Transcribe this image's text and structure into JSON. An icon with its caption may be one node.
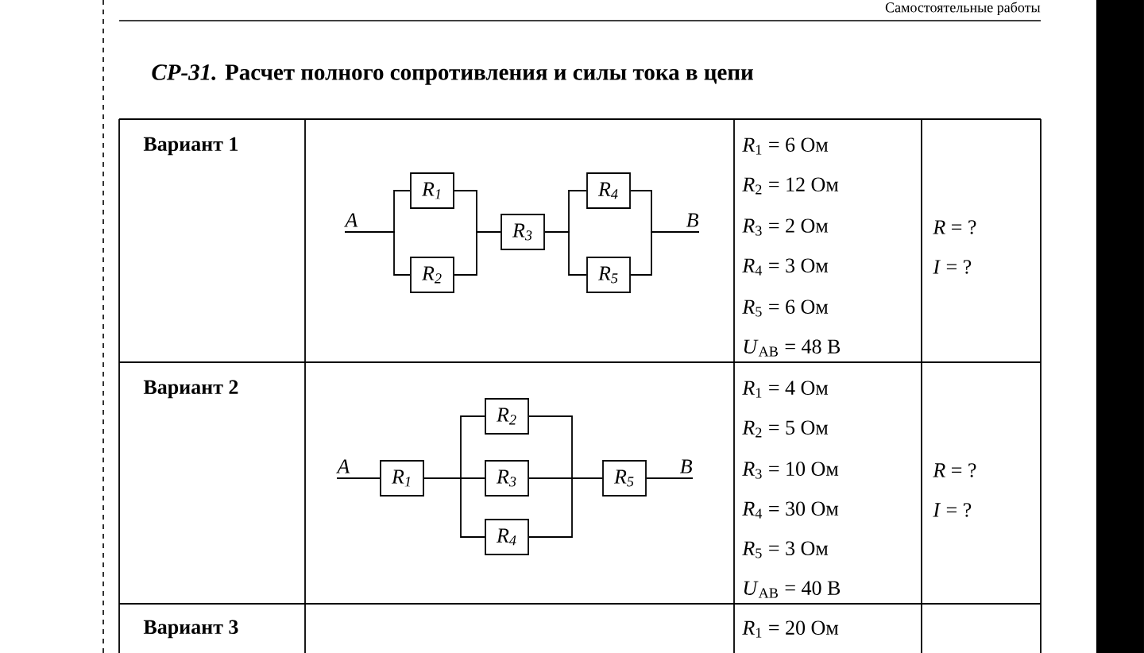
{
  "diagram": {
    "title": "*СР-31.* Расчет полного сопротивления и силы тока в цепи",
    "nodes": [
      {
        "text": [
          "A"
        ]
      },
      {
        "text": [
          "R$_{1}$"
        ]
      },
      {
        "text": [
          "R$_{2}$"
        ]
      },
      {
        "text": [
          "R$_{3}$"
        ]
      },
      {
        "text": [
          "R$_{4}$"
        ]
      },
      {
        "text": [
          "R$_{5}$"
        ]
      },
      {
        "text": [
          "B"
        ]
      },
      {
        "text": [
          "A"
        ]
      },
      {
        "text": [
          "R$_{1}$"
        ]
      },
      {
        "text": [
          "R$_{2}$"
        ]
      },
      {
        "text": [
          "R$_{3}$"
        ]
      },
      {
        "text": [
          "R$_{4}$"
        ]
      },
      {
        "text": [
          "R$_{5}$"
        ]
      },
      {
        "text": [
          "B"
        ]
      }
    ],
    "edges": [
      {
        "from": 0,
        "to": 1,
        "arrow": "none"
      },
      {
        "from": 0,
        "to": 2,
        "arrow": "none"
      },
      {
        "from": 1,
        "to": 3,
        "arrow": "none"
      },
      {
        "from": 2,
        "to": 3,
        "arrow": "none"
      },
      {
        "from": 3,
        "to": 4,
        "arrow": "none"
      },
      {
        "from": 3,
        "to": 5,
        "arrow": "none"
      },
      {
        "from": 4,
        "to": 6,
        "arrow": "none"
      },
      {
        "from": 5,
        "to": 6,
        "arrow": "none"
      },
      {
        "from": 7,
        "to": 8,
        "arrow": "none"
      },
      {
        "from": 8,
        "to": 9,
        "arrow": "none"
      },
      {
        "from": 8,
        "to": 10,
        "arrow": "none"
      },
      {
        "from": 8,
        "to": 11,
        "arrow": "none"
      },
      {
        "from": 9,
        "to": 12,
        "arrow": "none"
      },
      {
        "from": 10,
        "to": 12,
        "arrow": "none"
      },
      {
        "from": 11,
        "to": 12,
        "arrow": "none"
      },
      {
        "from": 12,
        "to": 13,
        "arrow": "none"
      }
    ],
    "labels": [
      "Самостоятельные работы",
      "Вариант 1",
      "*R*$_{1}$ = 6 Ом",
      "*R*$_{2}$ = 12 Ом",
      "*R*$_{3}$ = 2 Ом",
      "*R*$_{4}$ = 3 Ом",
      "*R*$_{5}$ = 6 Ом",
      "*U*$_{AB}$ = 48 В",
      "*R* = ?",
      "*I* = ?",
      "Вариант 2",
      "*R*$_{1}$ = 4 Ом",
      "*R*$_{2}$ = 5 Ом",
      "*R*$_{3}$ = 10 Ом",
      "*R*$_{4}$ = 30 Ом",
      "*R*$_{5}$ = 3 Ом",
      "*U*$_{AB}$ = 40 В",
      "*R* = ?",
      "*I* = ?",
      "Вариант 3",
      "*R*$_{1}$ = 20 Ом"
    ]
  }
}
